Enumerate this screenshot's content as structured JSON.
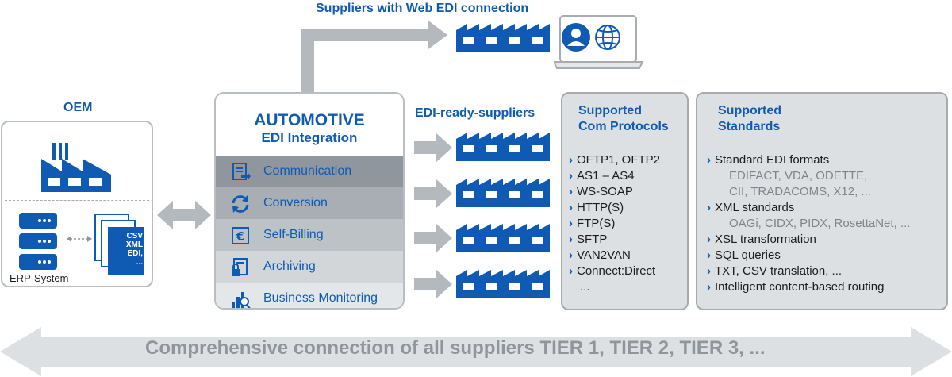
{
  "header": {
    "web_edi_title": "Suppliers with Web EDI connection"
  },
  "oem": {
    "title": "OEM",
    "erp_label": "ERP-System",
    "doc_lines": [
      "CSV",
      "XML",
      "EDI,",
      "..."
    ]
  },
  "center": {
    "title_line1": "AUTOMOTIVE",
    "title_line2": "EDI Integration",
    "rows": [
      {
        "label": "Communication",
        "icon": "communication-icon"
      },
      {
        "label": "Conversion",
        "icon": "conversion-icon"
      },
      {
        "label": "Self-Billing",
        "icon": "euro-icon"
      },
      {
        "label": "Archiving",
        "icon": "archive-lock-icon"
      },
      {
        "label": "Business Monitoring",
        "icon": "monitoring-chart-icon"
      }
    ]
  },
  "edi_ready": {
    "title": "EDI-ready-suppliers"
  },
  "protocols": {
    "title_line1": "Supported",
    "title_line2": "Com Protocols",
    "items": [
      "OFTP1, OFTP2",
      "AS1 – AS4",
      "WS-SOAP",
      "HTTP(S)",
      "FTP(S)",
      "SFTP",
      "VAN2VAN",
      "Connect:Direct"
    ],
    "more": "..."
  },
  "standards": {
    "title_line1": "Supported",
    "title_line2": "Standards",
    "item1": "Standard EDI formats",
    "item1_sub1": "EDIFACT, VDA, ODETTE,",
    "item1_sub2": "CII, TRADACOMS, X12, ...",
    "item2": "XML standards",
    "item2_sub1": "OAGi, CIDX, PIDX, RosettaNet, ...",
    "item3": "XSL transformation",
    "item4": "SQL queries",
    "item5": "TXT, CSV translation, ...",
    "item6": "Intelligent content-based routing"
  },
  "footer": {
    "banner_text": "Comprehensive connection of all suppliers TIER 1, TIER 2, TIER 3, ..."
  },
  "colors": {
    "brand_blue": "#0f5bb3",
    "arrow_gray": "#b4b9be",
    "box_gray": "#dde0e3",
    "text_gray": "#8f959a"
  }
}
